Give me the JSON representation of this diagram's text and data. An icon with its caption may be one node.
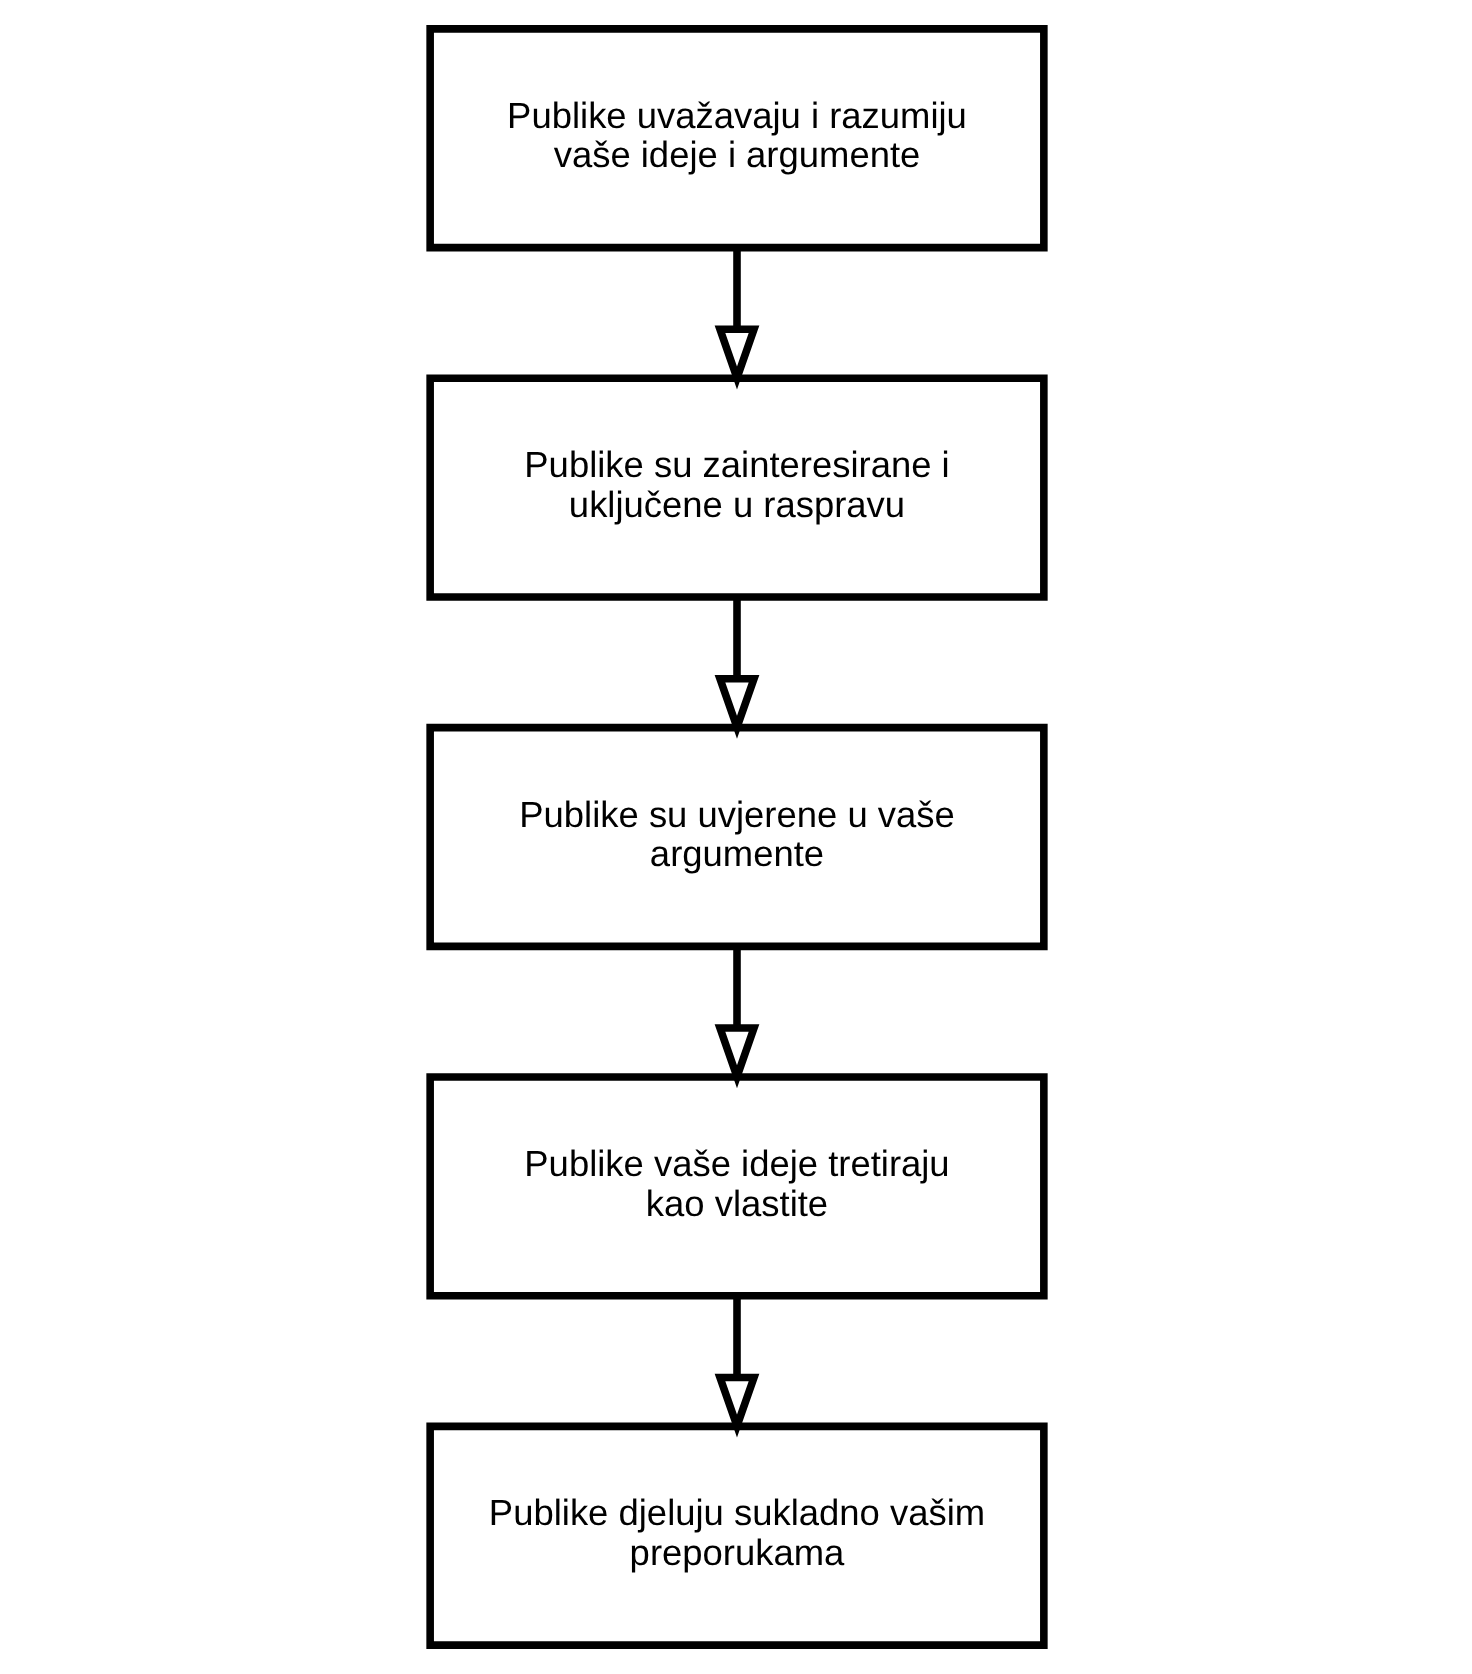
{
  "diagram": {
    "nodes": [
      {
        "text": [
          "Publike uvažavaju i razumiju vaše ideje i argumente"
        ]
      },
      {
        "text": [
          "Publike su zainteresirane i uključene u raspravu"
        ]
      },
      {
        "text": [
          "Publike su uvjerene u vaše argumente"
        ]
      },
      {
        "text": [
          "Publike vaše ideje tretiraju kao vlastite"
        ]
      },
      {
        "text": [
          "Publike djeluju sukladno vašim preporukama"
        ]
      }
    ],
    "edges": [
      {
        "from": 0,
        "to": 1,
        "arrow": "to"
      },
      {
        "from": 1,
        "to": 2,
        "arrow": "to"
      },
      {
        "from": 2,
        "to": 3,
        "arrow": "to"
      },
      {
        "from": 3,
        "to": 4,
        "arrow": "to"
      }
    ]
  }
}
